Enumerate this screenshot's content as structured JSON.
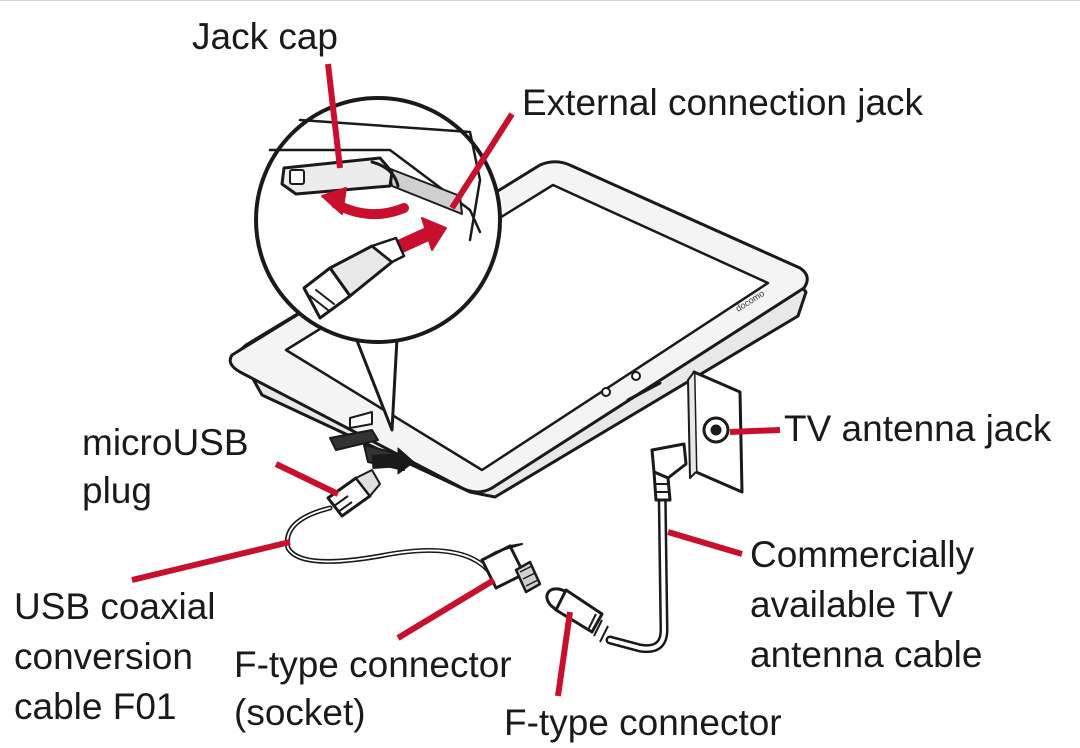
{
  "labels": {
    "jack_cap": "Jack cap",
    "external_connection_jack": "External connection jack",
    "tv_antenna_jack": "TV antenna jack",
    "microusb_plug": [
      "microUSB",
      "plug"
    ],
    "usb_coaxial_cable": [
      "USB coaxial",
      "conversion",
      "cable F01"
    ],
    "f_type_socket": [
      "F-type connector",
      "(socket)"
    ],
    "f_type_connector": "F-type connector",
    "tv_antenna_cable": [
      "Commercially",
      "available TV",
      "antenna cable"
    ]
  },
  "device_brand_text": "docomo",
  "colors": {
    "leader_line": "#c8102e",
    "outline": "#1a1a1a",
    "screen_fill": "#ffffff",
    "device_body": "#e6e6e6"
  },
  "icons": [
    "tablet-device",
    "magnifier-callout",
    "rotate-arrow",
    "insert-arrow",
    "wall-plate",
    "coaxial-plug",
    "cable"
  ]
}
